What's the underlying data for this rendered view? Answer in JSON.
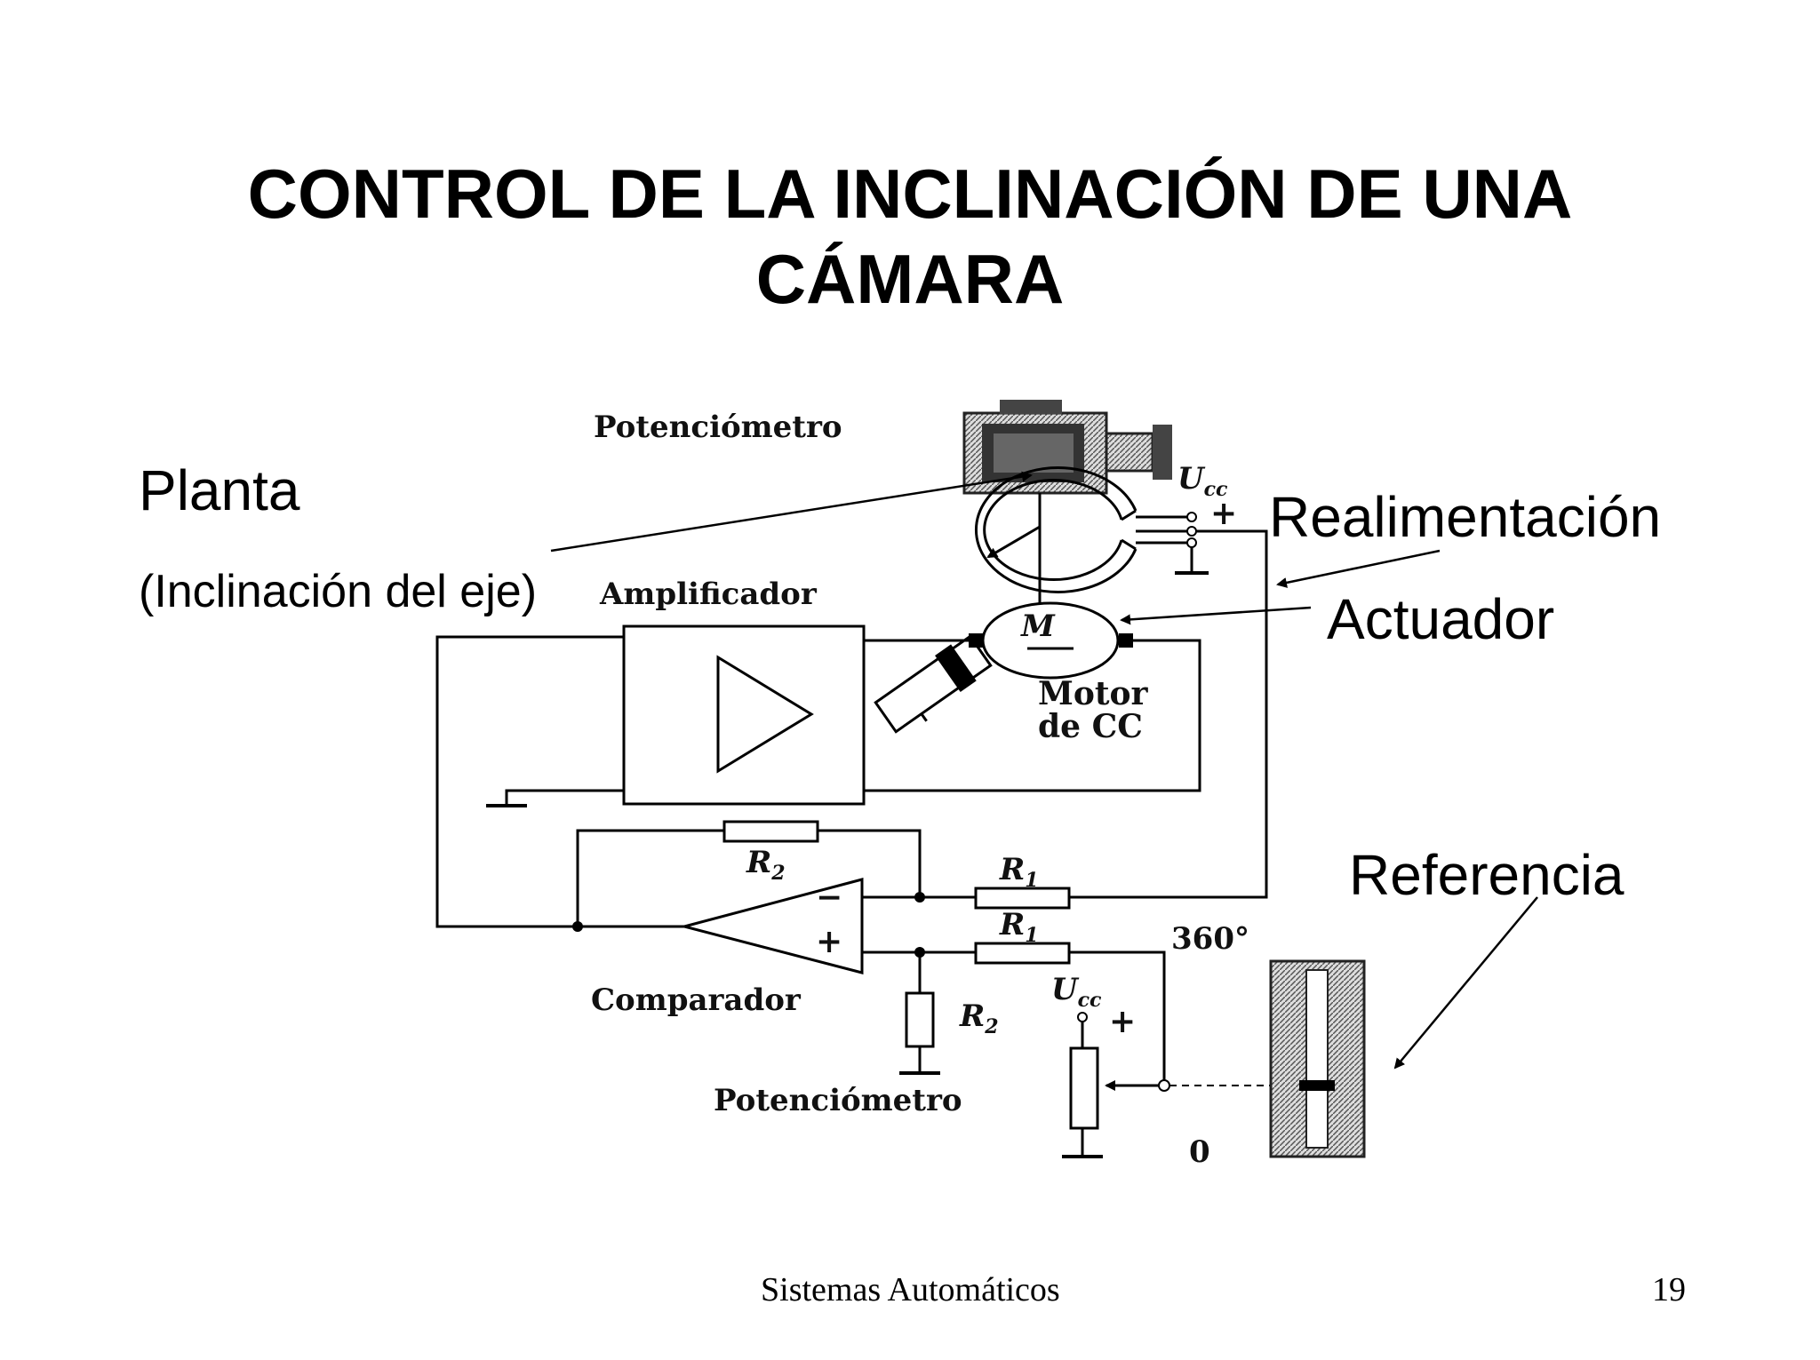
{
  "slide": {
    "title_line1": "CONTROL DE LA INCLINACIÓN DE UNA",
    "title_line2": "CÁMARA",
    "footer_text": "Sistemas Automáticos",
    "page_number": "19"
  },
  "annotations": {
    "planta": "Planta",
    "planta_sub": "(Inclinación del eje)",
    "realimentacion": "Realimentación",
    "actuador": "Actuador",
    "referencia": "Referencia"
  },
  "diagram_labels": {
    "potenciometro_top": "Potenciómetro",
    "ucc_top": "U",
    "ucc_sub": "cc",
    "plus": "+",
    "minus": "−",
    "amplificador": "Amplificador",
    "motor_symbol": "M",
    "motor_line1": "Motor",
    "motor_line2": "de CC",
    "r2_top": "R",
    "r2_top_sub": "2",
    "r1_upper": "R",
    "r1_upper_sub": "1",
    "r1_lower": "R",
    "r1_lower_sub": "1",
    "r2_lower": "R",
    "r2_lower_sub": "2",
    "comparador": "Comparador",
    "ucc_bottom": "U",
    "ucc_bottom_sub": "cc",
    "potenciometro_bottom": "Potenciómetro",
    "deg_360": "360°",
    "zero": "0"
  }
}
